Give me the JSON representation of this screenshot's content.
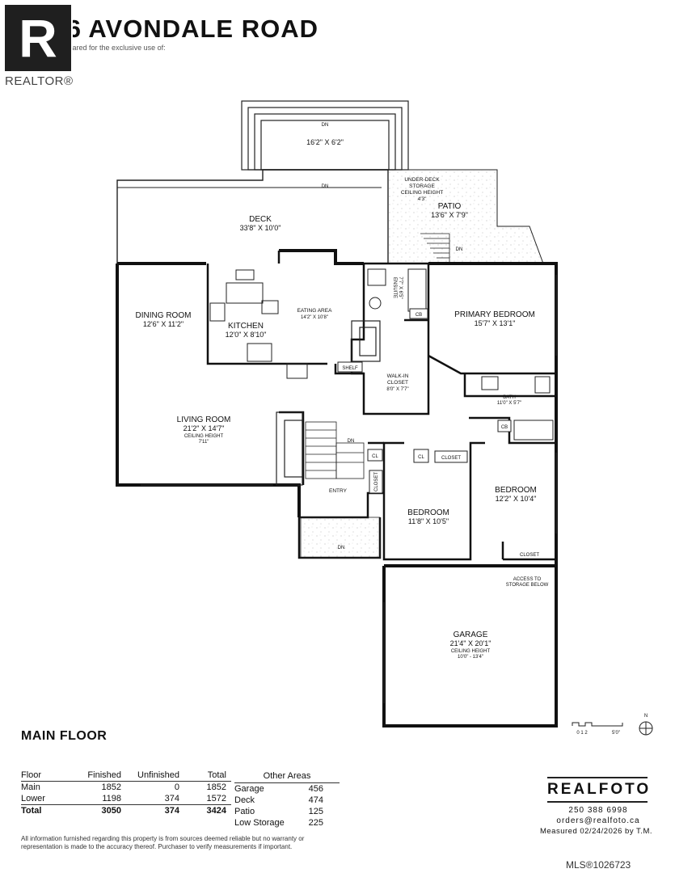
{
  "header": {
    "title": "2086 AVONDALE ROAD",
    "subtitle": "Document prepared for the exclusive use of:",
    "realtor_logo_text": "REALTOR®"
  },
  "rooms": {
    "upper_deck": {
      "dim": "16'2\" X 6'2\""
    },
    "deck": {
      "name": "DECK",
      "dim": "33'8\" X 10'0\""
    },
    "under_deck": {
      "line1": "UNDER-DECK",
      "line2": "STORAGE",
      "line3": "CEILING HEIGHT",
      "line4": "4'3\""
    },
    "patio": {
      "name": "PATIO",
      "dim": "13'6\" X 7'9\""
    },
    "dining": {
      "name": "DINING ROOM",
      "dim": "12'6\" X 11'2\""
    },
    "kitchen": {
      "name": "KITCHEN",
      "dim": "12'0\" X 8'10\""
    },
    "eating": {
      "name": "EATING AREA",
      "dim": "14'2\" X 10'8\""
    },
    "ensuite": {
      "name": "ENSUITE",
      "dim": "7'7\" X 6'5\""
    },
    "primary": {
      "name": "PRIMARY BEDROOM",
      "dim": "15'7\" X 13'1\""
    },
    "walkin": {
      "line1": "WALK-IN",
      "line2": "CLOSET",
      "dim": "8'0\" X 7'7\""
    },
    "bath": {
      "name": "BATH",
      "dim": "11'0\" X 5'7\""
    },
    "living": {
      "name": "LIVING ROOM",
      "dim": "21'2\" X 14'7\"",
      "ceiling": "CEILING HEIGHT",
      "ceiling_val": "7'11\""
    },
    "entry": {
      "name": "ENTRY"
    },
    "bedroom1": {
      "name": "BEDROOM",
      "dim": "11'8\" X 10'5\""
    },
    "bedroom2": {
      "name": "BEDROOM",
      "dim": "12'2\" X 10'4\""
    },
    "garage": {
      "name": "GARAGE",
      "dim": "21'4\" X 20'1\"",
      "ceiling": "CEILING HEIGHT",
      "ceiling_val": "10'0\" - 13'4\""
    },
    "access": {
      "line1": "ACCESS TO",
      "line2": "STORAGE BELOW"
    }
  },
  "fixtures": {
    "dn": "DN",
    "shelf": "SHELF",
    "cb": "CB",
    "cl": "CL",
    "closet": "CLOSET"
  },
  "scale": {
    "ticks": "0 1 2",
    "end": "5'0\"",
    "north": "N"
  },
  "main_floor": "MAIN FLOOR",
  "floor_table": {
    "headers": [
      "Floor",
      "Finished",
      "Unfinished",
      "Total"
    ],
    "rows": [
      [
        "Main",
        "1852",
        "0",
        "1852"
      ],
      [
        "Lower",
        "1198",
        "374",
        "1572"
      ]
    ],
    "total": [
      "Total",
      "3050",
      "374",
      "3424"
    ]
  },
  "other_areas": {
    "header": "Other Areas",
    "rows": [
      [
        "Garage",
        "456"
      ],
      [
        "Deck",
        "474"
      ],
      [
        "Patio",
        "125"
      ],
      [
        "Low Storage",
        "225"
      ]
    ]
  },
  "disclaimer": "All information furnished regarding this property is from sources deemed reliable but no warranty or representation is made to the accuracy thereof. Purchaser to verify measurements if important.",
  "company": {
    "logo": "REALFOTO",
    "phone": "250 388 6998",
    "email": "orders@realfoto.ca",
    "measured": "Measured 02/24/2026 by T.M."
  },
  "mls": "MLS®1026723"
}
